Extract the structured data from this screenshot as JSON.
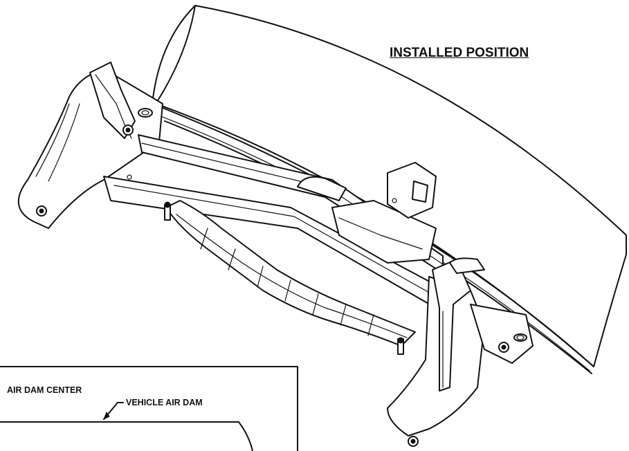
{
  "diagram": {
    "title": "INSTALLED POSITION",
    "detail_labels": {
      "center": "AIR DAM CENTER",
      "air_dam": "VEHICLE AIR DAM"
    }
  }
}
